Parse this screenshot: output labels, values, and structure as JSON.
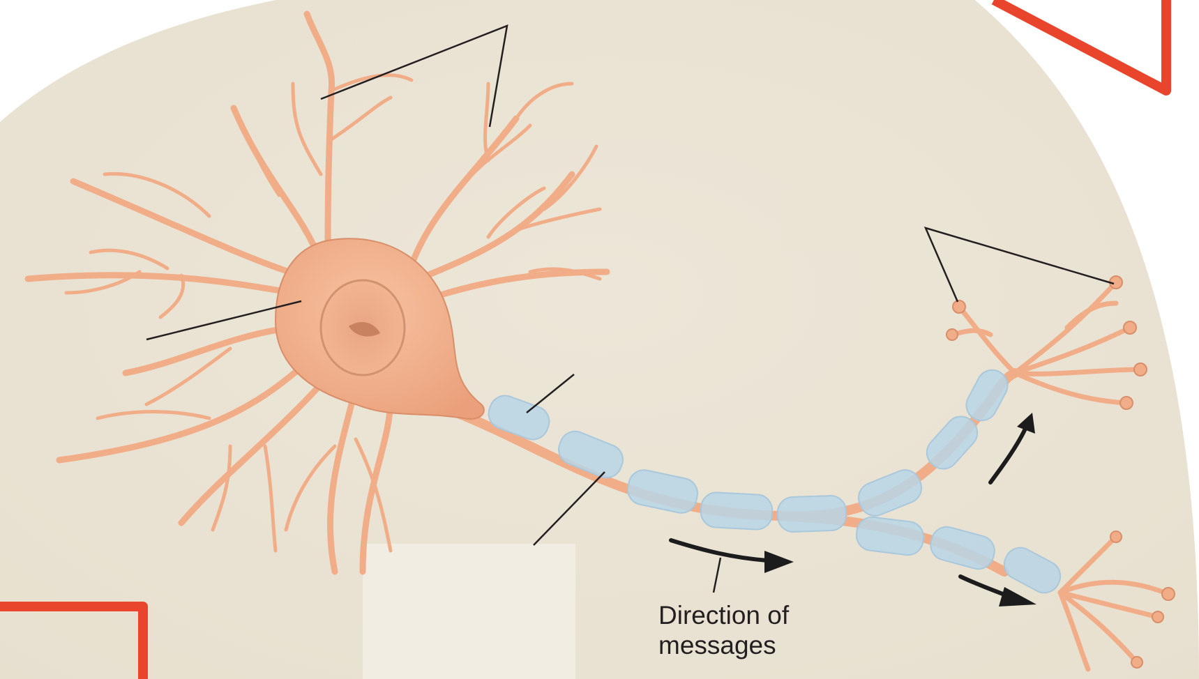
{
  "diagram": {
    "subject": "neuron",
    "caption": {
      "line1": "Direction of",
      "line2": "messages"
    },
    "colors": {
      "background_fill": "#ebe4d5",
      "neuron_fill": "#f1ad88",
      "neuron_outline": "#d98d68",
      "myelin_fill": "#b9d5e6",
      "node_fill": "#e89a70",
      "leader_line": "#231f20",
      "arrow": "#1c1c1c",
      "frame_accent": "#e8452c"
    },
    "icons": [
      "arrow-right-icon",
      "arrow-up-right-icon"
    ]
  }
}
